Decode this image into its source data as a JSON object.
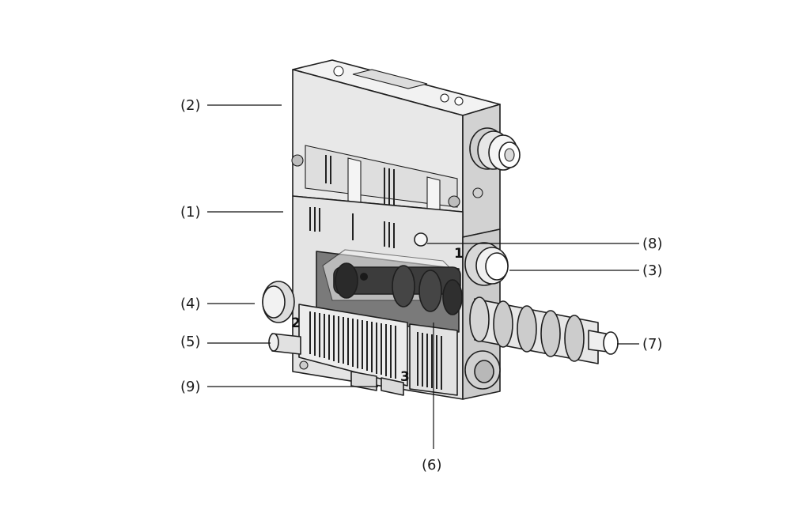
{
  "figure": {
    "port_marks": [
      "2",
      "1",
      "3"
    ],
    "callouts": [
      {
        "id": "c2",
        "label": "(2)"
      },
      {
        "id": "c1",
        "label": "(1)"
      },
      {
        "id": "c4",
        "label": "(4)"
      },
      {
        "id": "c5",
        "label": "(5)"
      },
      {
        "id": "c9",
        "label": "(9)"
      },
      {
        "id": "c8",
        "label": "(8)"
      },
      {
        "id": "c3",
        "label": "(3)"
      },
      {
        "id": "c7",
        "label": "(7)"
      },
      {
        "id": "c6",
        "label": "(6)"
      }
    ]
  },
  "colors": {
    "body_light": "#e9e9e9",
    "body_mid": "#d5d5d5",
    "body_dark": "#9a9a9a",
    "cutaway_dark": "#3a3a3a",
    "lines": "#111111"
  },
  "icons": [
    "electrical-connector-icon",
    "silencer-icon"
  ]
}
